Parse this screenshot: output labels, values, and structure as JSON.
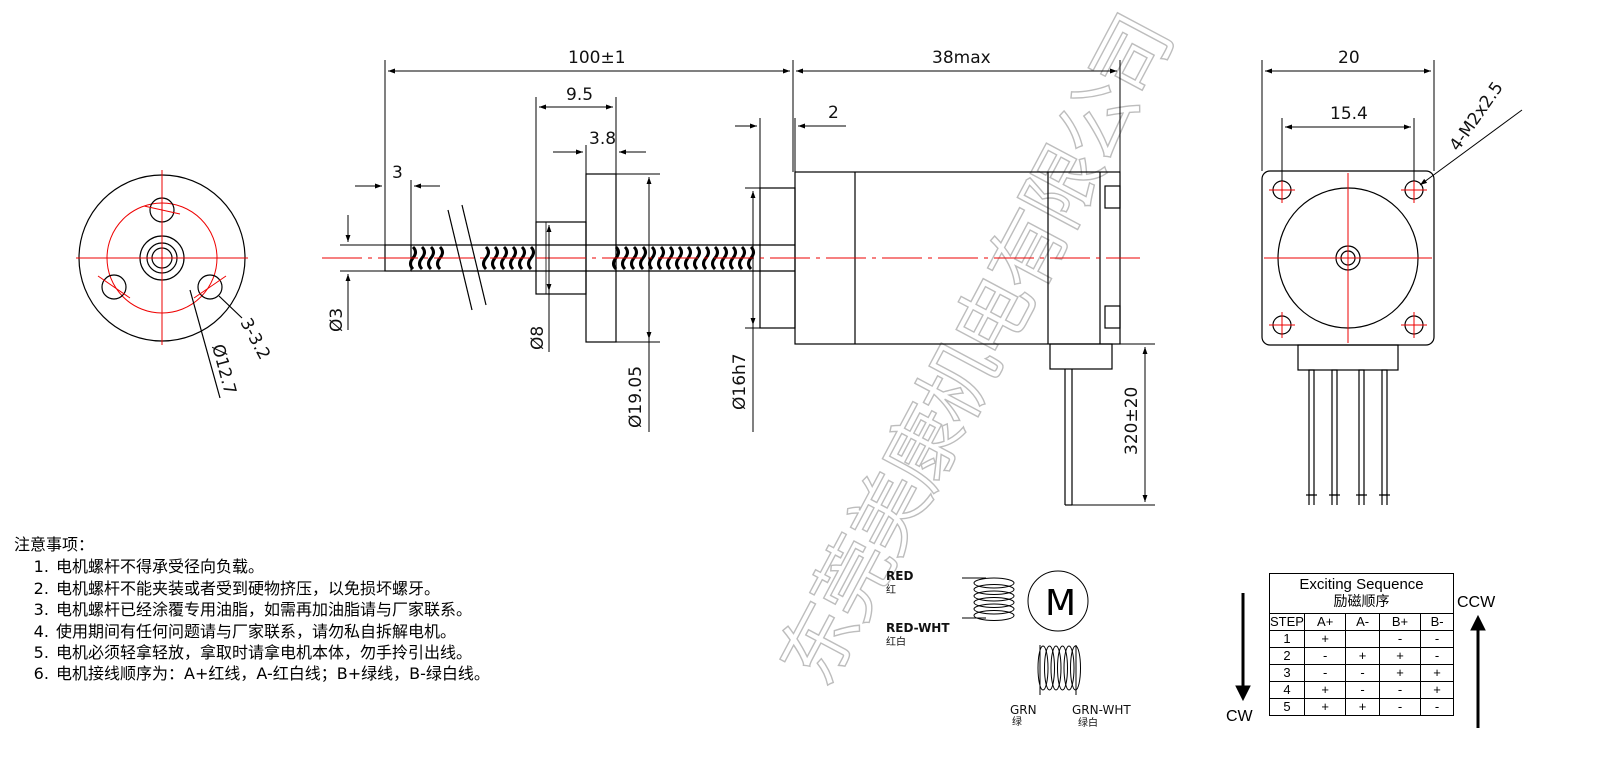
{
  "dimensions": {
    "total_length": "100±1",
    "motor_length": "38max",
    "flange_width": "20",
    "hole_spacing": "15.4",
    "mount_thread": "4-M2x2.5",
    "nut_length": "9.5",
    "nut_flange": "3.8",
    "boss_length": "2",
    "shaft_end": "3",
    "shaft_dia": "Ø3",
    "screw_dia": "Ø8",
    "nut_dia": "Ø19.05",
    "boss_dia": "Ø16h7",
    "lead_length": "320±20",
    "nut_holes": "3-3.2",
    "pcd": "Ø12.7"
  },
  "wiring": {
    "red": "RED",
    "red_cn": "红",
    "red_wht": "RED-WHT",
    "red_wht_cn": "红白",
    "motor": "M",
    "grn": "GRN",
    "grn_cn": "绿",
    "grn_wht": "GRN-WHT",
    "grn_wht_cn": "绿白"
  },
  "notes": {
    "heading": "注意事项：",
    "items": [
      "电机螺杆不得承受径向负载。",
      "电机螺杆不能夹装或者受到硬物挤压，以免损坏螺牙。",
      "电机螺杆已经涂覆专用油脂，如需再加油脂请与厂家联系。",
      "使用期间有任何问题请与厂家联系，请勿私自拆解电机。",
      "电机必须轻拿轻放，拿取时请拿电机本体，勿手拎引出线。",
      "电机接线顺序为：A+红线，A-红白线；B+绿线，B-绿白线。"
    ]
  },
  "sequence": {
    "title": "Exciting Sequence",
    "subtitle": "励磁顺序",
    "headers": [
      "STEP",
      "A+",
      "A-",
      "B+",
      "B-"
    ],
    "rows": [
      [
        "1",
        "+",
        "",
        "-",
        "-"
      ],
      [
        "2",
        "-",
        "+",
        "+",
        "-"
      ],
      [
        "3",
        "-",
        "-",
        "+",
        "+"
      ],
      [
        "4",
        "+",
        "-",
        "-",
        "+"
      ],
      [
        "5",
        "+",
        "+",
        "-",
        "-"
      ]
    ],
    "cw": "CW",
    "ccw": "CCW"
  },
  "watermark": "东莞美康机电有限公司"
}
